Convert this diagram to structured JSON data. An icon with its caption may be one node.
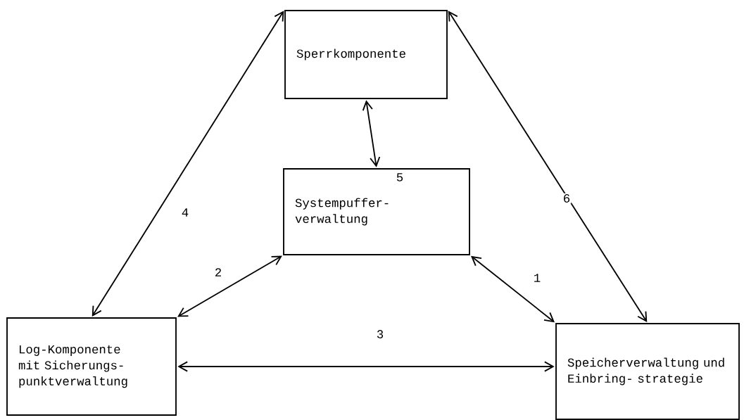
{
  "diagram": {
    "nodes": [
      {
        "text": [
          "Sperrkomponente"
        ]
      },
      {
        "text": [
          "Systempuffer- verwaltung"
        ]
      },
      {
        "text": [
          "Log-Komponente mit Sicherungs- punktverwaltung"
        ]
      },
      {
        "text": [
          "Speicherverwaltung und Einbring- strategie"
        ]
      }
    ],
    "edges": [
      {
        "from": 1,
        "to": 3,
        "arrow": "both",
        "label": "1"
      },
      {
        "from": 1,
        "to": 2,
        "arrow": "both",
        "label": "2"
      },
      {
        "from": 2,
        "to": 3,
        "arrow": "both",
        "label": "3"
      },
      {
        "from": 0,
        "to": 2,
        "arrow": "both",
        "label": "4"
      },
      {
        "from": 0,
        "to": 1,
        "arrow": "both",
        "label": "5"
      },
      {
        "from": 0,
        "to": 3,
        "arrow": "both",
        "label": "6"
      }
    ]
  }
}
